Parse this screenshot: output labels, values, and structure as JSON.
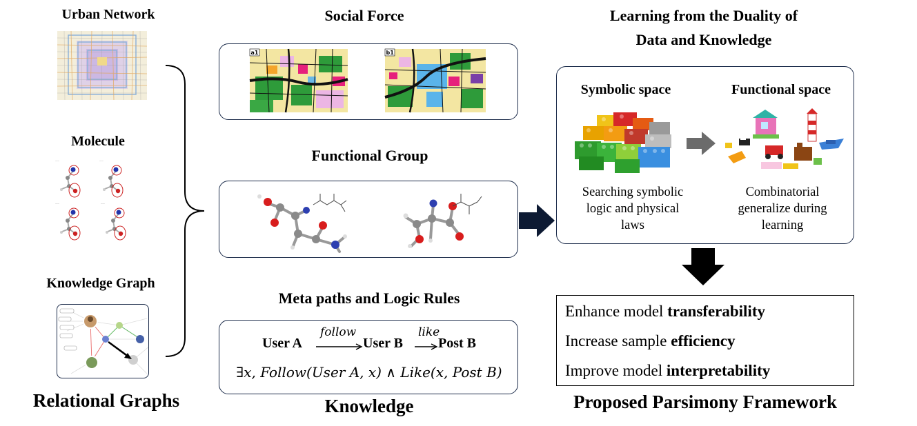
{
  "left": {
    "urban_title": "Urban Network",
    "molecule_title": "Molecule",
    "kg_title": "Knowledge Graph",
    "bottom_label": "Relational Graphs",
    "map_labels": [
      "a1",
      "b1"
    ]
  },
  "middle": {
    "social_title": "Social Force",
    "functional_title": "Functional Group",
    "meta_title": "Meta paths and Logic Rules",
    "path_user_a": "User A",
    "path_follow": "follow",
    "path_user_b": "User B",
    "path_like": "like",
    "path_post_b": "Post B",
    "logic_rule": "∃x, Follow(User A, x) ∧ Like(x, Post B)",
    "bottom_label": "Knowledge"
  },
  "right": {
    "title_line1": "Learning from the Duality of",
    "title_line2": "Data and Knowledge",
    "symbolic_title": "Symbolic space",
    "functional_title": "Functional space",
    "symbolic_caption": [
      "Searching symbolic",
      "logic and physical",
      "laws"
    ],
    "functional_caption": [
      "Combinatorial",
      "generalize during",
      "learning"
    ],
    "benefits": [
      {
        "prefix": "Enhance model ",
        "bold": "transferability"
      },
      {
        "prefix": "Increase sample ",
        "bold": "efficiency"
      },
      {
        "prefix": "Improve model ",
        "bold": "interpretability"
      }
    ],
    "bottom_label": "Proposed Parsimony Framework"
  },
  "colors": {
    "box_border": "#1b2b4a",
    "arrow": "#0d1a33",
    "gray_arrow": "#6b6b6b"
  }
}
